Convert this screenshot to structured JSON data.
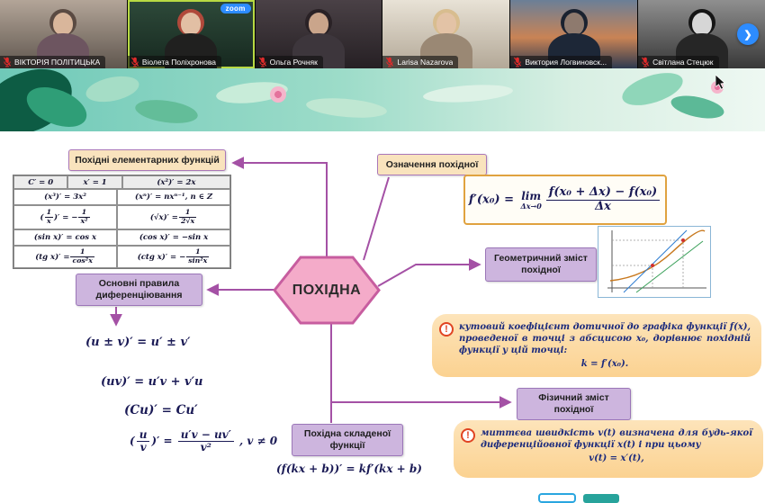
{
  "zoom": {
    "next_button_glyph": "❯",
    "participants": [
      {
        "name": "ВІКТОРІЯ ПОЛІТИЦЬКА",
        "muted": true,
        "active": false,
        "badge": "",
        "colors": {
          "bg1": "#b3a598",
          "bg2": "#5f564e",
          "body": "#6d5560",
          "hair": "#5a4a42",
          "skin": "#d9b69b"
        }
      },
      {
        "name": "Віолета Поліхронова",
        "muted": true,
        "active": true,
        "badge": "zoom",
        "colors": {
          "bg1": "#2e4a3a",
          "bg2": "#16281f",
          "body": "#20201f",
          "hair": "#b0493b",
          "skin": "#e2bfa4"
        }
      },
      {
        "name": "Ольга Рочняк",
        "muted": true,
        "active": false,
        "badge": "",
        "colors": {
          "bg1": "#4a4146",
          "bg2": "#262024",
          "body": "#3d363c",
          "hair": "#2a2226",
          "skin": "#caa58b"
        }
      },
      {
        "name": "Larisa Nazarova",
        "muted": true,
        "active": false,
        "badge": "",
        "colors": {
          "bg1": "#e8e2d6",
          "bg2": "#b3a897",
          "body": "#9a8874",
          "hair": "#d8bd8f",
          "skin": "#e3c3a6"
        }
      },
      {
        "name": "Виктория Логвиновск...",
        "muted": true,
        "active": false,
        "badge": "",
        "colors": {
          "bg1": "#6b7f97",
          "bg2": "#2e3a50",
          "bg3": "#c98355",
          "body": "#1d2737",
          "hair": "#1a2230",
          "skin": "#8e7a6e"
        }
      },
      {
        "name": "Світлана Стецюк",
        "muted": true,
        "active": false,
        "badge": "",
        "colors": {
          "bg1": "#8f8f8f",
          "bg2": "#383838",
          "body": "#262626",
          "hair": "#151515",
          "skin": "#d6d6d6"
        }
      }
    ]
  },
  "slide": {
    "center_label": "ПОХІДНА",
    "elementary_label": "Похідні елементарних функцій",
    "definition_label": "Означення похідної",
    "geometric_label": "Геометричний зміст похідної",
    "rules_label": "Основні правила диференціювання",
    "physical_label": "Фізичний зміст похідної",
    "chain_label": "Похідна складеної функції",
    "chain_formula": "(f(kx + b))′ = kf′(kx + b)",
    "rules": [
      "(u ± v)′ = u′ ± v′",
      "(uv)′ = u′v + v′u",
      "(Cu)′ = Cu′"
    ],
    "quotient_tokens": [
      "(",
      {
        "n": "u",
        "d": "v"
      },
      ")′ = ",
      {
        "n": "u′v − uv′",
        "d": "v²"
      },
      " , v ≠ 0"
    ],
    "definition_tokens": [
      "f′(x₀) = ",
      {
        "lim": "Δx→0"
      },
      {
        "n": "f(x₀ + Δx) − f(x₀)",
        "d": "Δx"
      }
    ],
    "callout_tangent": {
      "body": "кутовий коефіцієнт дотичної до графіка функції f(x), проведеної в точці з абсцисою x₀, дорівнює похідній функції у цій точці:",
      "formula": "k = f′(x₀)."
    },
    "callout_speed": {
      "body": "миттєва швидкість v(t) визначена для будь-якої диференційовної функції x(t) і при цьому",
      "formula": "v(t) = x′(t),"
    },
    "table": {
      "rows": [
        {
          "header": true,
          "cells": [
            {
              "w": 1,
              "tk": [
                "C′ = 0"
              ]
            },
            {
              "w": 1,
              "tk": [
                "x′ = 1"
              ]
            },
            {
              "w": 2.1,
              "tk": [
                "(x²)′ = 2x"
              ]
            }
          ]
        },
        {
          "cells": [
            {
              "w": 1,
              "tk": [
                "(x³)′ = 3x²"
              ]
            },
            {
              "w": 1.1,
              "tk": [
                "(xⁿ)′ = nxⁿ⁻¹, n ∈ Z"
              ]
            }
          ]
        },
        {
          "cells": [
            {
              "w": 1,
              "tk": [
                "(",
                {
                  "n": "1",
                  "d": "x"
                },
                ")′ = −",
                {
                  "n": "1",
                  "d": "x²"
                }
              ]
            },
            {
              "w": 1.1,
              "tk": [
                "(√x)′ = ",
                {
                  "n": "1",
                  "d": "2√x"
                }
              ]
            }
          ]
        },
        {
          "cells": [
            {
              "w": 1,
              "tk": [
                "(sin x)′ = cos x"
              ]
            },
            {
              "w": 1.1,
              "tk": [
                "(cos x)′ = −sin x"
              ]
            }
          ]
        },
        {
          "cells": [
            {
              "w": 1,
              "tk": [
                "(tg x)′ = ",
                {
                  "n": "1",
                  "d": "cos²x"
                }
              ]
            },
            {
              "w": 1.1,
              "tk": [
                "(ctg x)′ = −",
                {
                  "n": "1",
                  "d": "sin²x"
                }
              ]
            }
          ]
        }
      ]
    }
  },
  "colors": {
    "hexagon_fill": "#f4abc9",
    "hexagon_border": "#c75d9f",
    "lavender": "#cdb5de",
    "tan": "#f9e3bd",
    "callout": "#fbd291",
    "connector": "#a451a5",
    "math_navy": "#1a1a55",
    "active_speaker": "#b8d943",
    "zoom_blue": "#2d8cff",
    "muted_mic_red": "#e02b2b"
  }
}
